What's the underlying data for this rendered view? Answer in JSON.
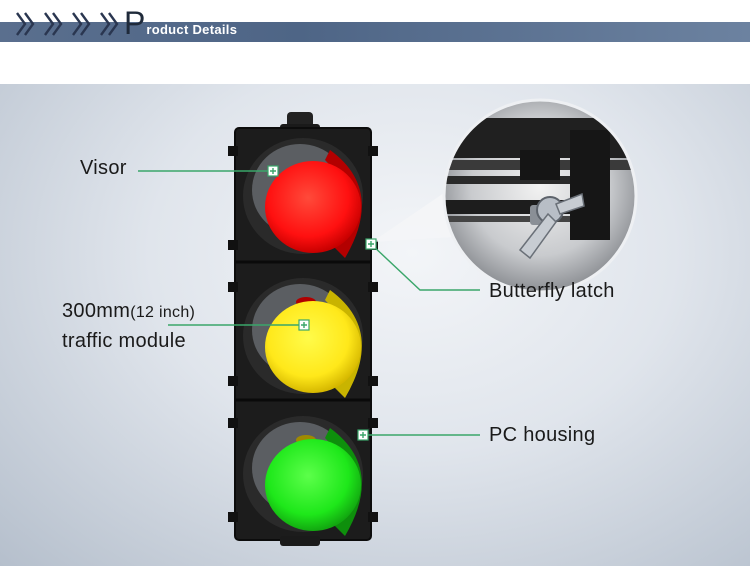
{
  "header": {
    "title_initial": "P",
    "title_rest": "roduct Details",
    "chevron_count": 4,
    "bar_color": "#4e6586"
  },
  "callouts": {
    "visor": "Visor",
    "module_size": "300mm",
    "module_size_inch": "(12 inch)",
    "module_name": "traffic module",
    "butterfly_latch": "Butterfly latch",
    "pc_housing": "PC housing"
  },
  "colors": {
    "red_lens": "#ff1a1a",
    "yellow_lens": "#ffee1a",
    "green_lens": "#22e81e",
    "leader_line": "#3aa66a",
    "housing": "#1c1c1c"
  }
}
